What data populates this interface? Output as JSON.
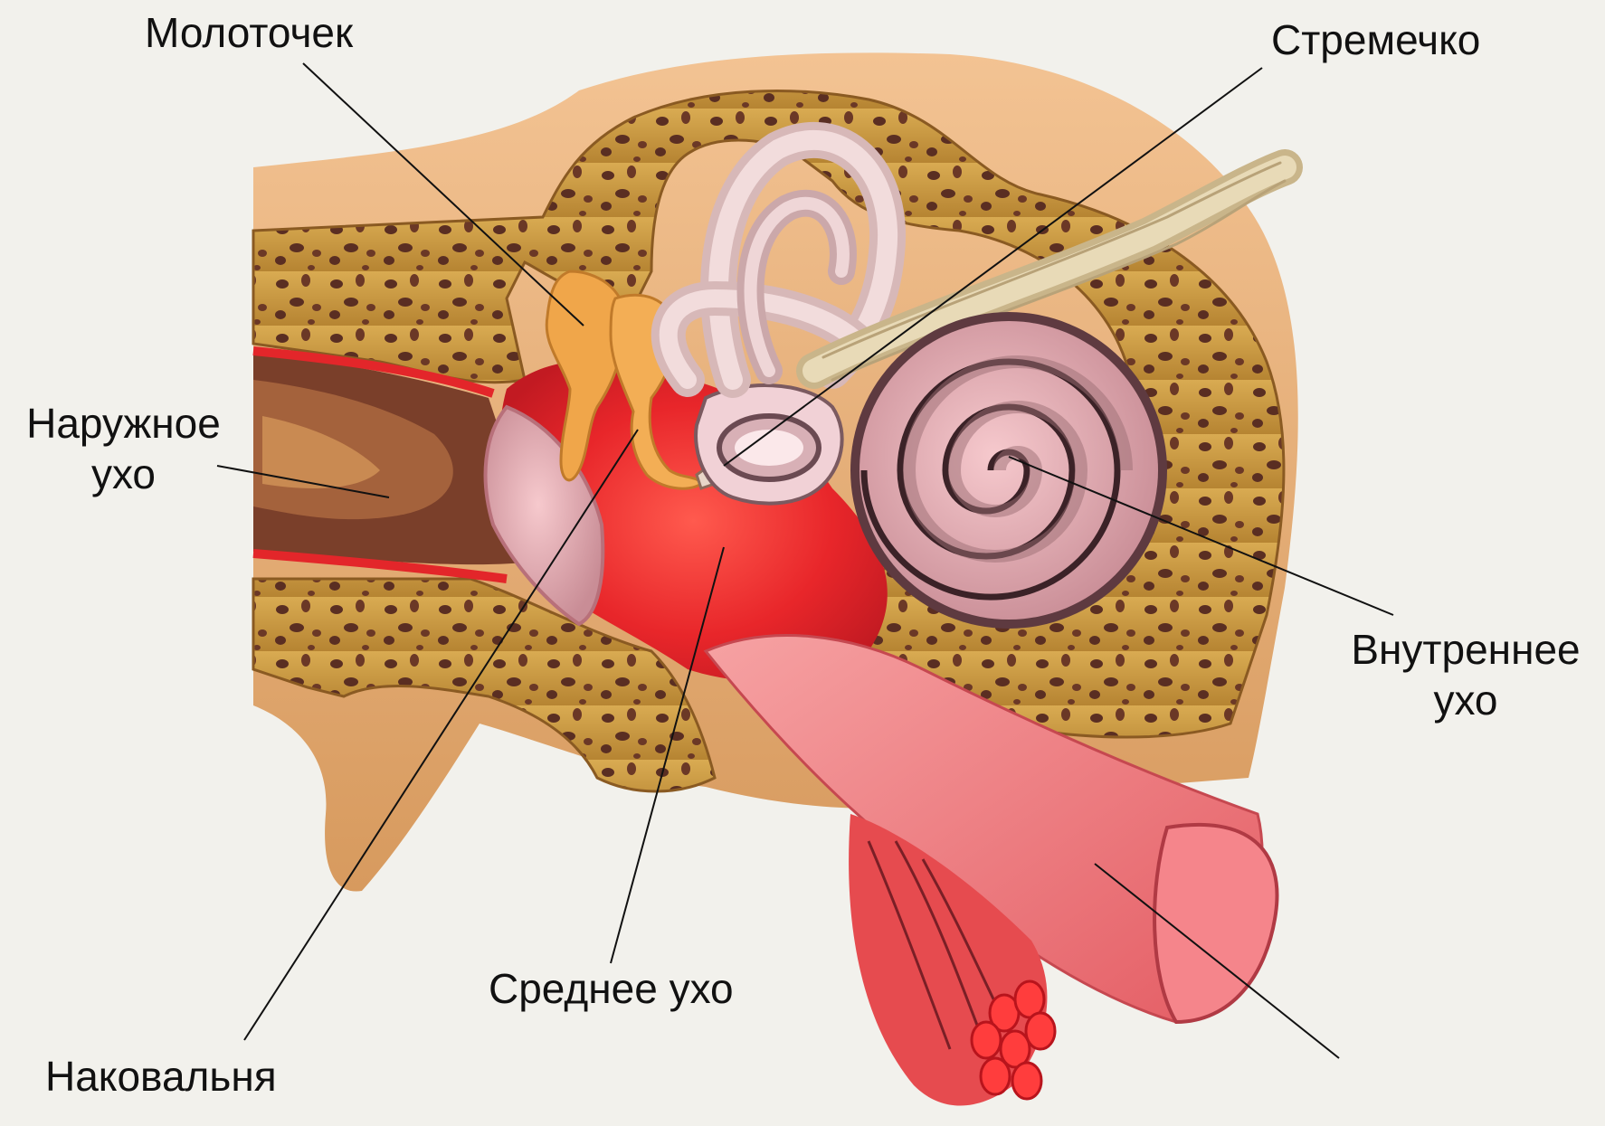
{
  "labels": {
    "malleus": "Молоточек",
    "stapes": "Стремечко",
    "outer_ear": [
      "Наружное",
      "ухо"
    ],
    "inner_ear": [
      "Внутреннее",
      "ухо"
    ],
    "middle_ear": "Среднее ухо",
    "incus": "Наковальня"
  },
  "colors": {
    "background": "#f2f1ec",
    "bone": "#c89a3c",
    "bone_spots": "#5a2e22",
    "skin": "#e9b27f",
    "cavity_red": "#e8262a",
    "membrane": "#f2b8bb",
    "cochlea": "#e7a9b0",
    "nerve": "#d9c9a3",
    "tube": "#f07d80"
  }
}
